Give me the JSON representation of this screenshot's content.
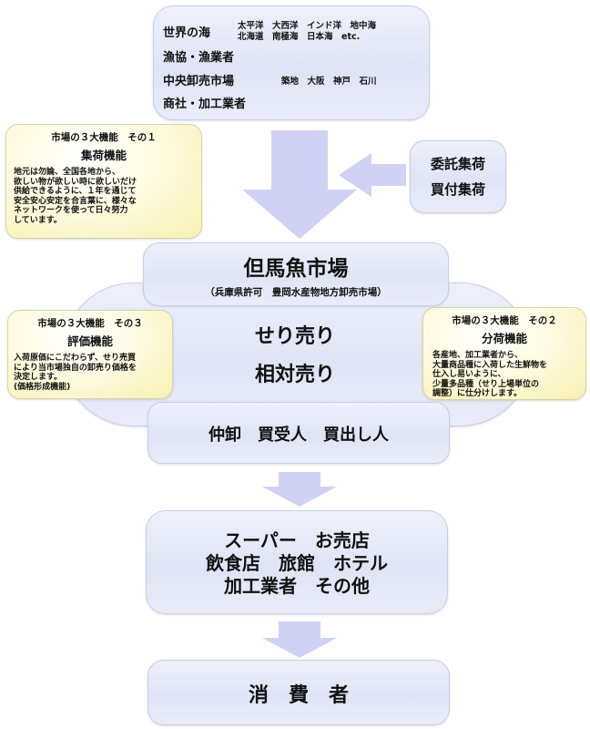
{
  "sources": {
    "row1_label": "世界の海",
    "row1_detail_a": "太平洋　大西洋　インド洋　地中海",
    "row1_detail_b": "北海道　南極海　日本海　etc.",
    "row2_label": "漁協・漁業者",
    "row3_label": "中央卸売市場",
    "row3_detail": "築地　大阪　神戸　石川",
    "row4_label": "商社・加工業者"
  },
  "consign": {
    "line1": "委託集荷",
    "line2": "買付集荷"
  },
  "function1": {
    "heading": "市場の３大機能　その１",
    "title": "集荷機能",
    "text": "地元は勿論、全国各地から、\n欲しい物が欲しい時に欲しいだけ\n供給できるように、１年を通じて\n安全安心安定を合言葉に、様々な\nネットワークを使って日々努力\nしています。"
  },
  "market": {
    "name": "但馬魚市場",
    "license": "（兵庫県許可　豊岡水産物地方卸売市場）"
  },
  "sales": {
    "method1": "せり売り",
    "method2": "相対売り"
  },
  "function3": {
    "heading": "市場の３大機能　その３",
    "title": "評価機能",
    "text": "入荷原価にこだわらず、せり売買\nにより当市場独自の卸売り価格を\n決定します。\n(価格形成機能)"
  },
  "function2": {
    "heading": "市場の３大機能　その２",
    "title": "分荷機能",
    "text": "各産地、加工業者から、\n大量商品種に入荷した生鮮物を\n仕入し易いように、\n少量多品種（せり上場単位の\n調整）に仕分けします。"
  },
  "buyers": {
    "label": "仲卸　買受人　買出し人"
  },
  "retail": {
    "line1": "スーパー　お売店",
    "line2": "飲食店　旅館　ホテル",
    "line3": "加工業者　その他"
  },
  "consumer": {
    "label": "消　費　者"
  },
  "colors": {
    "arrow": "#cfd2f4",
    "box_fill": "#e3e7f7",
    "note_fill": "#fbf5c4"
  }
}
